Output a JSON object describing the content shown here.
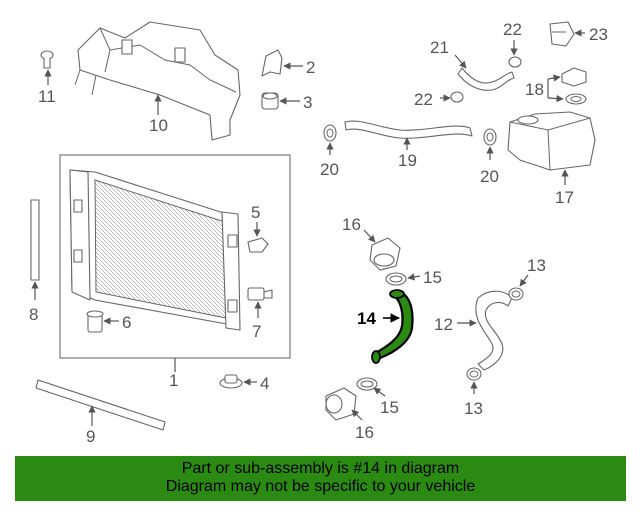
{
  "highlight_color": "#2a8a12",
  "highlight_part": "14",
  "callouts": {
    "c1": "1",
    "c2": "2",
    "c3": "3",
    "c4": "4",
    "c5": "5",
    "c6": "6",
    "c7": "7",
    "c8": "8",
    "c9": "9",
    "c10": "10",
    "c11": "11",
    "c12": "12",
    "c13a": "13",
    "c13b": "13",
    "c14": "14",
    "c15a": "15",
    "c15b": "15",
    "c16a": "16",
    "c16b": "16",
    "c17": "17",
    "c18": "18",
    "c19": "19",
    "c20a": "20",
    "c20b": "20",
    "c21": "21",
    "c22a": "22",
    "c22b": "22",
    "c23": "23"
  },
  "banner": {
    "line1": "Part or sub-assembly is #14 in diagram",
    "line2": "Diagram may not be specific to your vehicle"
  }
}
